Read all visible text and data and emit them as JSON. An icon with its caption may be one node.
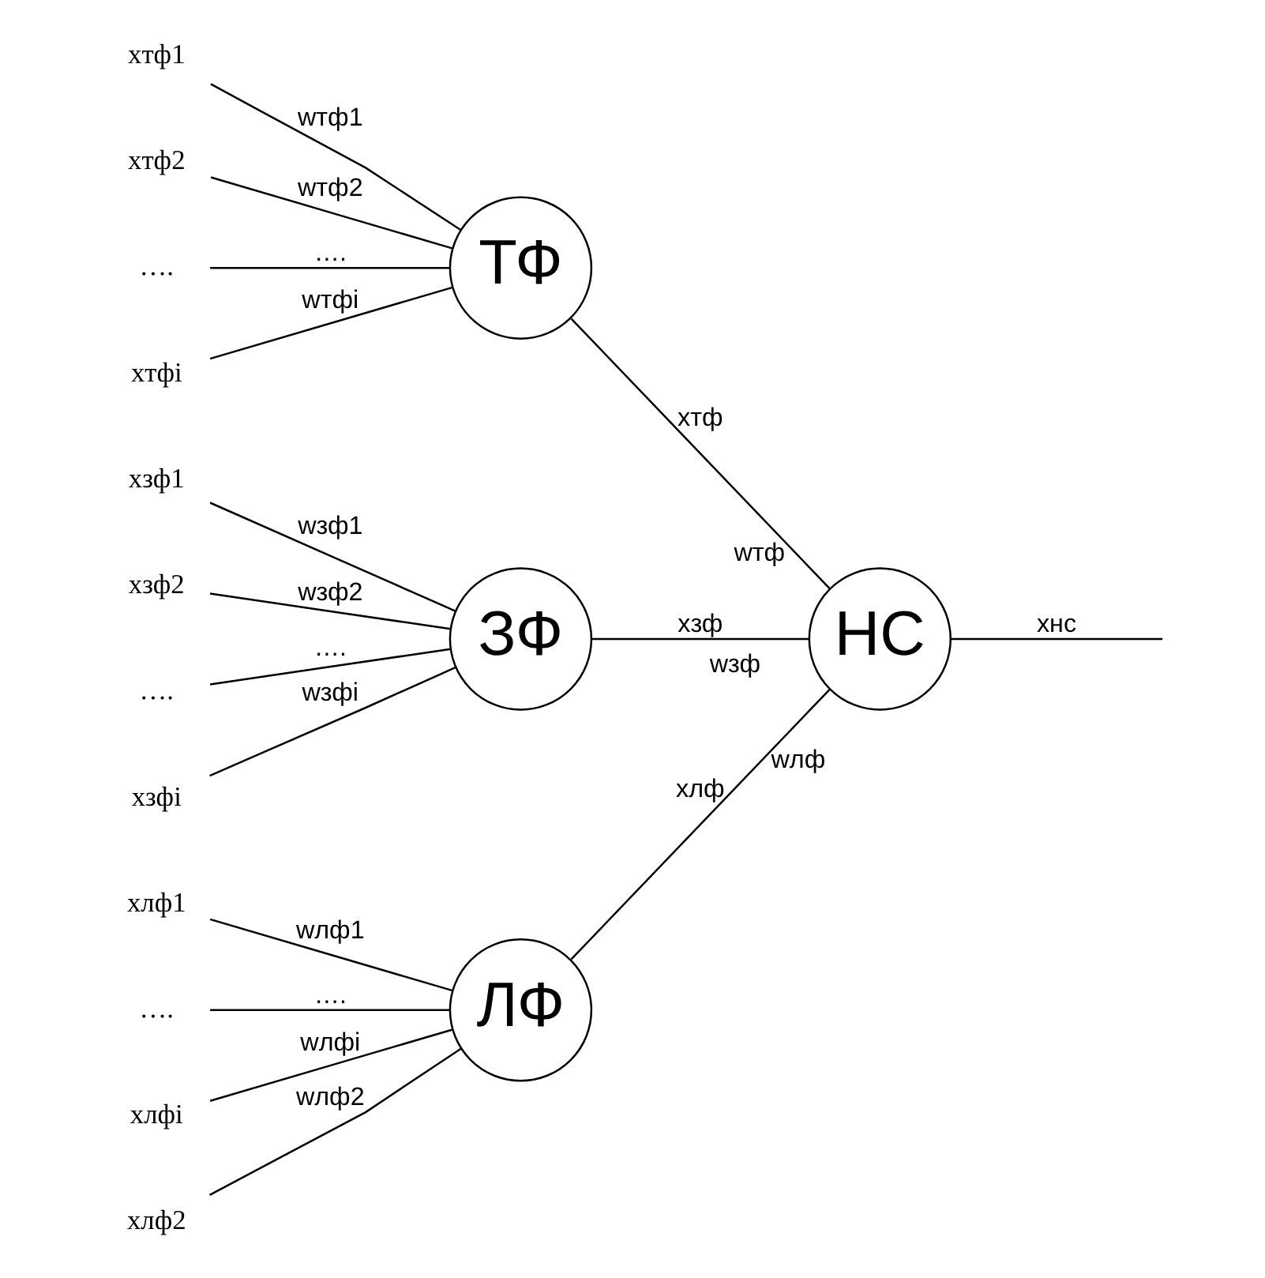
{
  "diagram": {
    "nodes": [
      {
        "text": [
          "xлф1"
        ]
      },
      {
        "text": [
          "xлф2"
        ]
      },
      {
        "text": [
          "…."
        ]
      },
      {
        "text": [
          "xлфi"
        ]
      },
      {
        "text": [
          "ЛФ"
        ]
      },
      {
        "text": [
          "xтф1"
        ]
      },
      {
        "text": [
          "xтф2"
        ]
      },
      {
        "text": [
          "…."
        ]
      },
      {
        "text": [
          "xтфi"
        ]
      },
      {
        "text": [
          "ТФ"
        ]
      },
      {
        "text": [
          "xзф1"
        ]
      },
      {
        "text": [
          "xзф2"
        ]
      },
      {
        "text": [
          "…."
        ]
      },
      {
        "text": [
          "xзфi"
        ]
      },
      {
        "text": [
          "ЗФ"
        ]
      },
      {
        "text": [
          "НС"
        ]
      }
    ],
    "edges": [
      {
        "from": 0,
        "to": 4,
        "arrow": "none",
        "label": "wлф1"
      },
      {
        "from": 1,
        "to": 4,
        "arrow": "none",
        "label": "wлф2"
      },
      {
        "from": 2,
        "to": 4,
        "arrow": "none",
        "label": "…."
      },
      {
        "from": 3,
        "to": 4,
        "arrow": "none",
        "label": "wлфi"
      },
      {
        "from": 5,
        "to": 9,
        "arrow": "none",
        "label": "wтф1"
      },
      {
        "from": 6,
        "to": 9,
        "arrow": "none",
        "label": "wтф2"
      },
      {
        "from": 7,
        "to": 9,
        "arrow": "none",
        "label": "…."
      },
      {
        "from": 8,
        "to": 9,
        "arrow": "none",
        "label": "wтфi"
      },
      {
        "from": 10,
        "to": 14,
        "arrow": "none",
        "label": "wзф1"
      },
      {
        "from": 11,
        "to": 14,
        "arrow": "none",
        "label": "wзф2"
      },
      {
        "from": 12,
        "to": 14,
        "arrow": "none",
        "label": "…."
      },
      {
        "from": 13,
        "to": 14,
        "arrow": "none",
        "label": "wзфi"
      },
      {
        "from": 4,
        "to": 15,
        "arrow": "none",
        "label": "xлф"
      },
      {
        "from": 9,
        "to": 15,
        "arrow": "none",
        "label": "xтф"
      },
      {
        "from": 14,
        "to": 15,
        "arrow": "none",
        "label": "xзф"
      },
      {
        "from": 15,
        "to": null,
        "arrow": "none",
        "label": "xнс"
      }
    ],
    "labels": [
      "wлф",
      "wтф",
      "wзф"
    ]
  }
}
